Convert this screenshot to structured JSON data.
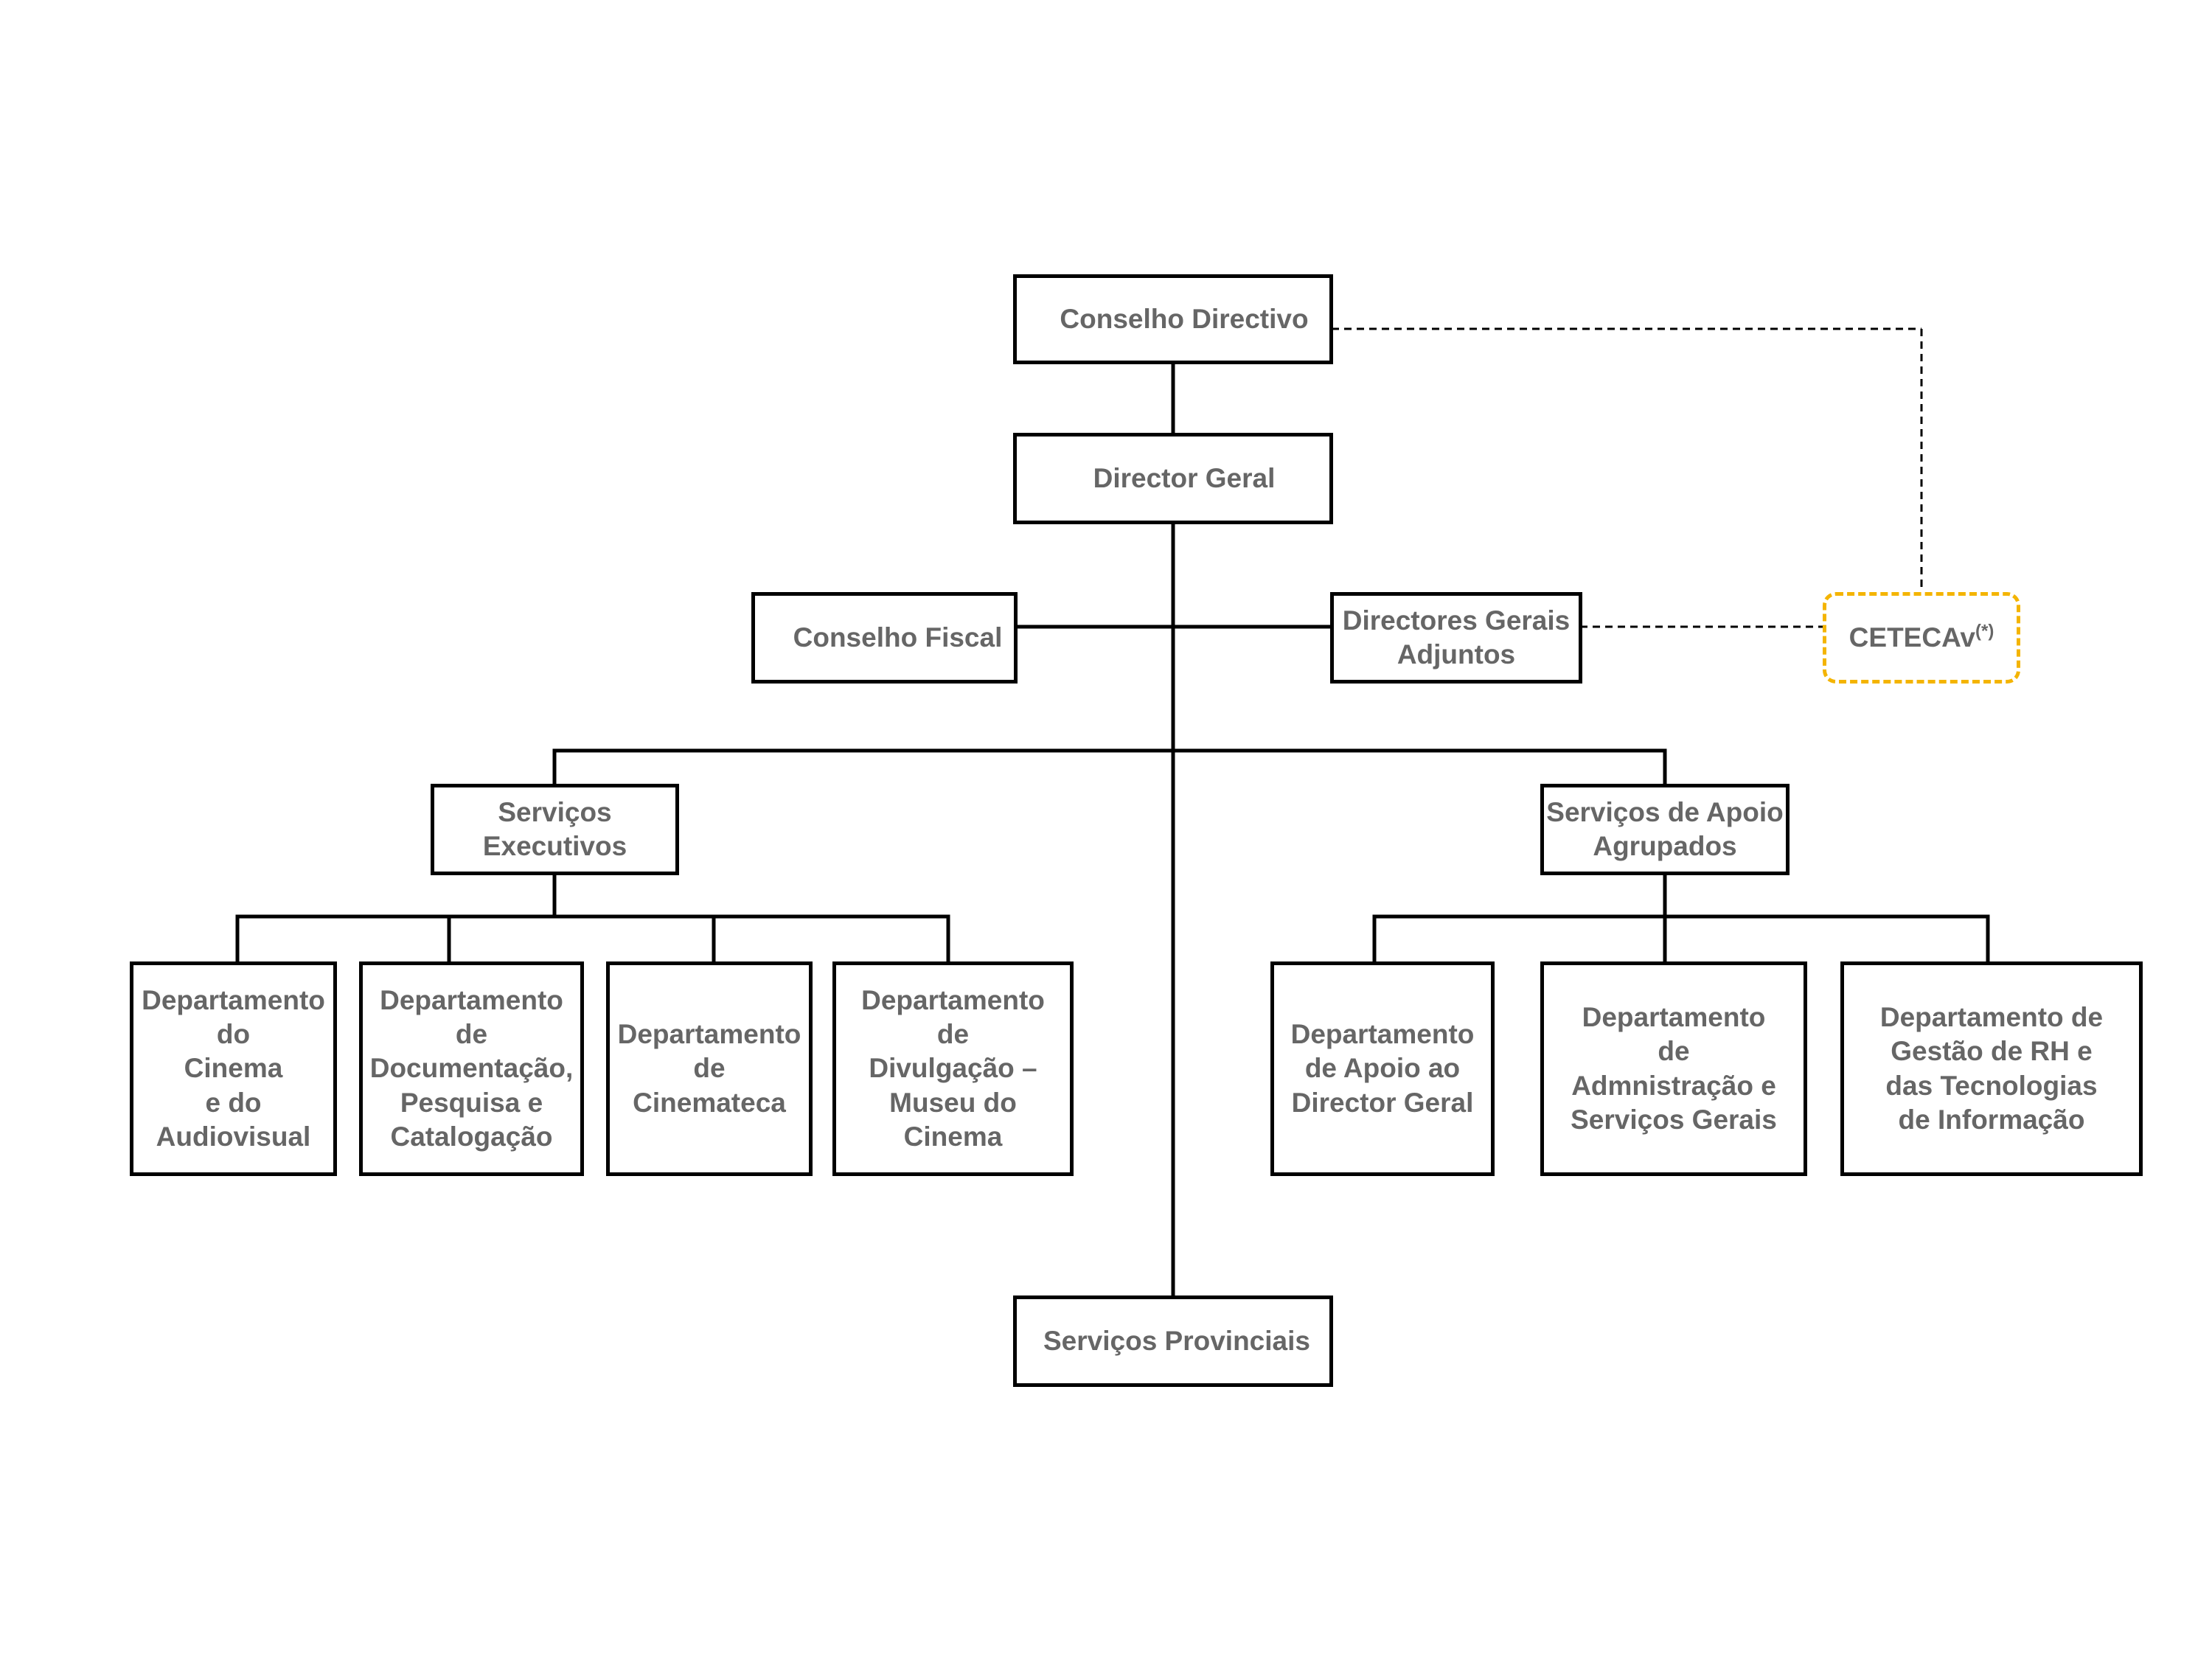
{
  "colors": {
    "box_border": "#000000",
    "text": "#666666",
    "connector": "#000000",
    "highlight_border": "#f4b400"
  },
  "nodes": {
    "conselho_directivo": "Conselho Directivo",
    "director_geral": "Director Geral",
    "conselho_fiscal": "Conselho Fiscal",
    "directores_gerais_adjuntos": "Directores Gerais\nAdjuntos",
    "cetecav": "CETECAv",
    "cetecav_note": "(*)",
    "servicos_executivos": "Serviços\nExecutivos",
    "servicos_apoio": "Serviços de Apoio\nAgrupados",
    "dep_cinema_audiovisual": "Departamento\ndo\nCinema\ne do\nAudiovisual",
    "dep_documentacao": "Departamento\nde\nDocumentação,\nPesquisa e\nCatalogação",
    "dep_cinemateca": "Departamento\nde\nCinemateca",
    "dep_divulgacao": "Departamento\nde\nDivulgação –\nMuseu do\nCinema",
    "dep_apoio_director": "Departamento\nde Apoio ao\nDirector Geral",
    "dep_administracao": "Departamento\nde\nAdmnistração e\nServiços Gerais",
    "dep_gestao_rh": "Departamento de\nGestão de RH e\ndas  Tecnologias\nde Informação",
    "servicos_provinciais": "Serviços Provinciais"
  }
}
